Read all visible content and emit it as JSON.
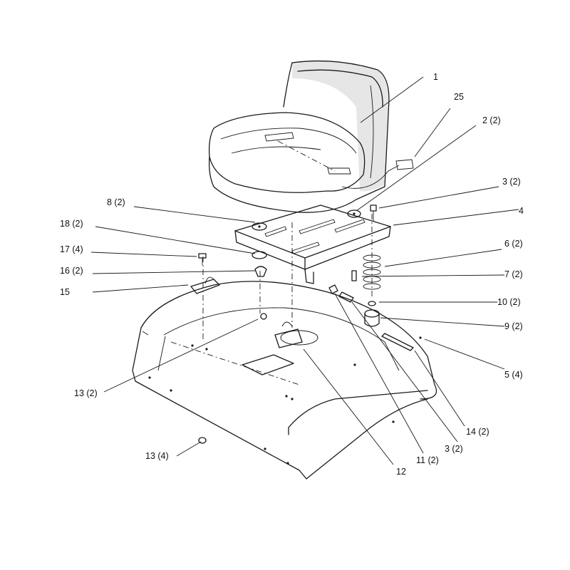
{
  "callouts": [
    {
      "id": "c1",
      "text": "1"
    },
    {
      "id": "c25",
      "text": "25"
    },
    {
      "id": "c2",
      "text": "2 (2)"
    },
    {
      "id": "c3a",
      "text": "3 (2)"
    },
    {
      "id": "c4",
      "text": "4"
    },
    {
      "id": "c8",
      "text": "8 (2)"
    },
    {
      "id": "c18",
      "text": "18 (2)"
    },
    {
      "id": "c6",
      "text": "6 (2)"
    },
    {
      "id": "c17",
      "text": "17 (4)"
    },
    {
      "id": "c16",
      "text": "16 (2)"
    },
    {
      "id": "c7",
      "text": "7 (2)"
    },
    {
      "id": "c15",
      "text": "15"
    },
    {
      "id": "c10",
      "text": "10 (2)"
    },
    {
      "id": "c9",
      "text": "9 (2)"
    },
    {
      "id": "c5",
      "text": "5 (4)"
    },
    {
      "id": "c13a",
      "text": "13 (2)"
    },
    {
      "id": "c14",
      "text": "14 (2)"
    },
    {
      "id": "c3b",
      "text": "3 (2)"
    },
    {
      "id": "c13b",
      "text": "13 (4)"
    },
    {
      "id": "c11",
      "text": "11 (2)"
    },
    {
      "id": "c12",
      "text": "12"
    }
  ]
}
